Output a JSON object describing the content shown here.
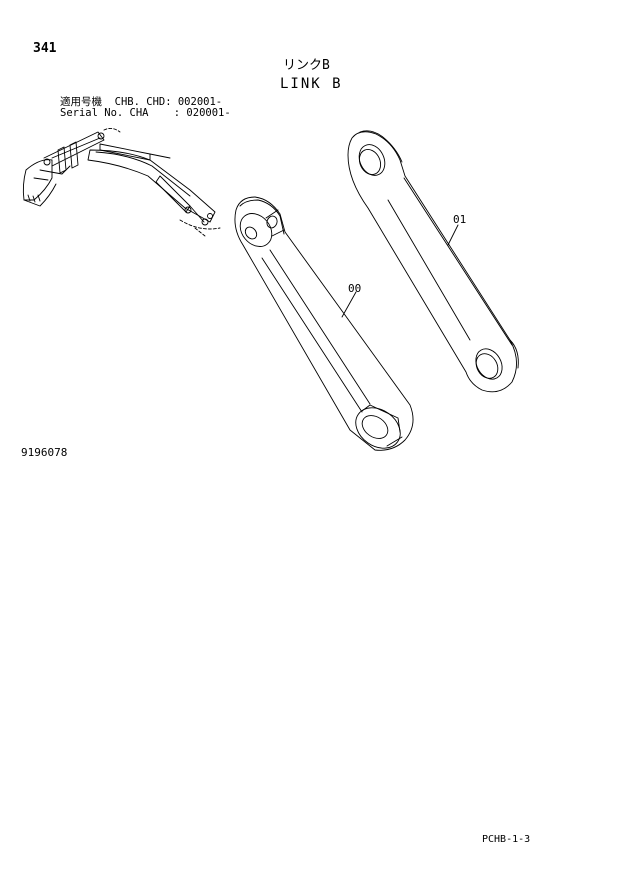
{
  "header": {
    "page_number": "341",
    "title_jp": "リンクB",
    "title_en": "LINK B"
  },
  "applicability": {
    "line1": "適用号機  CHB. CHD: 002001-",
    "line2": "Serial No. CHA    : 020001-"
  },
  "parts": [
    {
      "callout": "00"
    },
    {
      "callout": "01"
    }
  ],
  "drawing_number": "9196078",
  "page_code": "PCHB-1-3",
  "colors": {
    "line": "#000000",
    "background": "#ffffff"
  }
}
